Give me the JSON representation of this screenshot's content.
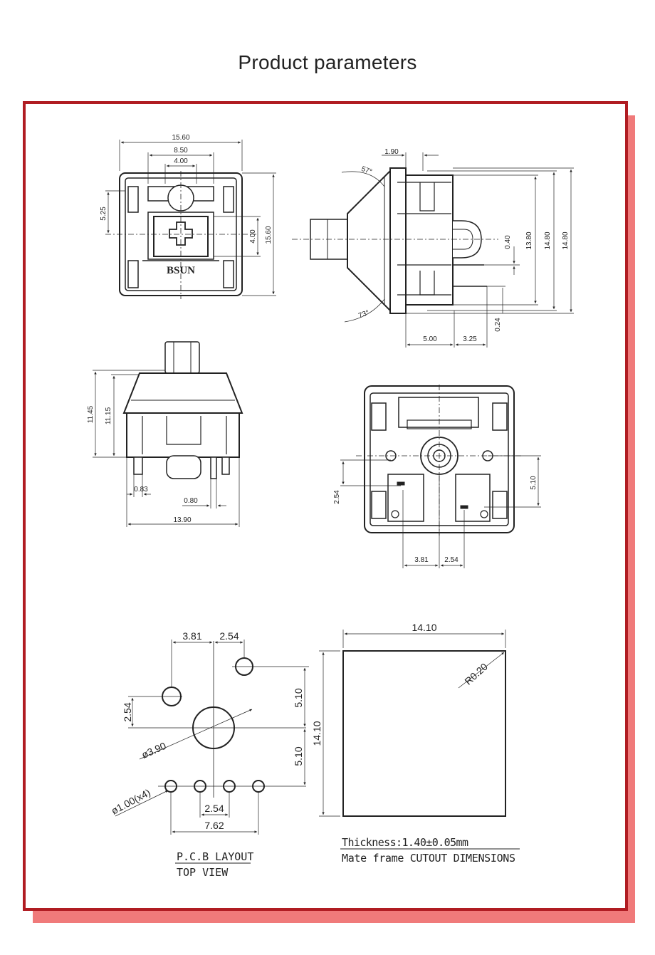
{
  "page": {
    "title": "Product parameters"
  },
  "colors": {
    "frame": "#b01c22",
    "shadow": "#f07a7a",
    "line": "#222222",
    "body": "#333333"
  },
  "top_view": {
    "logo": "BSUN",
    "dims": {
      "width_outer": "15.60",
      "width_mid": "8.50",
      "width_inner": "4.00",
      "left_h": "5.25",
      "stem_h": "4.00",
      "height_outer": "15.60"
    }
  },
  "side_view": {
    "dims": {
      "top_offset": "1.90",
      "angle_top": "57°",
      "angle_bottom": "73°",
      "pin_dia": "0.40",
      "h1": "13.80",
      "h2": "14.80",
      "h3": "14.80",
      "pin_len": "0.24",
      "base1": "5.00",
      "base2": "3.25"
    }
  },
  "front_view": {
    "dims": {
      "h_total": "11.45",
      "h_body": "11.15",
      "pin_w": "0.83",
      "pin_w2": "0.80",
      "width": "13.90"
    }
  },
  "bottom_view": {
    "dims": {
      "v_left": "2.54",
      "v_right": "5.10",
      "h_left": "3.81",
      "h_right": "2.54"
    }
  },
  "pcb_layout": {
    "dims": {
      "top_left": "3.81",
      "top_right": "2.54",
      "left_v": "2.54",
      "right_v1": "5.10",
      "right_v2": "5.10",
      "center_hole": "ø3.90",
      "small_holes": "ø1.00(x4)",
      "bottom_spacing": "2.54",
      "bottom_total": "7.62"
    },
    "label_line1": "P.C.B LAYOUT",
    "label_line2": "TOP VIEW"
  },
  "cutout": {
    "dims": {
      "width": "14.10",
      "height": "14.10",
      "radius": "R0.20"
    },
    "thickness": "Thickness:1.40±0.05mm",
    "caption": "Mate frame CUTOUT DIMENSIONS"
  }
}
